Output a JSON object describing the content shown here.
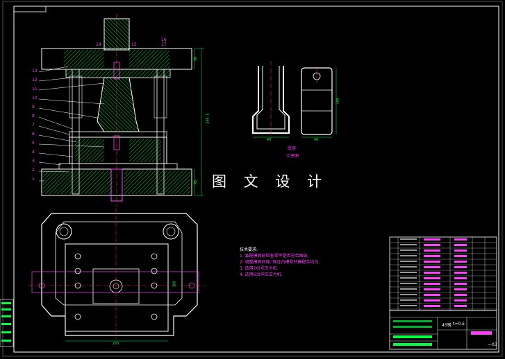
{
  "drawing": {
    "watermark": "图 文 设 计",
    "part_numbers": [
      "13",
      "12",
      "11",
      "10",
      "9",
      "8",
      "7",
      "6",
      "5",
      "4",
      "3",
      "2",
      "1"
    ],
    "top_numbers": [
      "14",
      "15",
      "16",
      "17"
    ],
    "dims": {
      "overall_height": "240.5",
      "top_plate": "30",
      "bottom_plate": "45",
      "base_width": "270",
      "base_depth": "160",
      "part_width": "40",
      "part_depth": "40",
      "part_height": "100"
    },
    "part_caption": {
      "title": "底座",
      "subtitle": "工序图"
    },
    "notes": {
      "title": "技术要求:",
      "items": [
        "1. 装配模具前检查零件是否符合图纸.",
        "2. 调整模具间隙, 保证凸模和凹模配合均匀.",
        "3. 选用20t号压力机.",
        "4. 选用63t冲压压力机."
      ]
    },
    "title_block": {
      "material": "45钢",
      "thickness": "t=0.5",
      "drawing_no": "—03"
    },
    "colors": {
      "background": "#000000",
      "outline": "#ffffff",
      "hatch": "#00ff40",
      "annotation": "#ff40ff",
      "centerline": "#ff3030",
      "dimension": "#00ff40"
    }
  }
}
